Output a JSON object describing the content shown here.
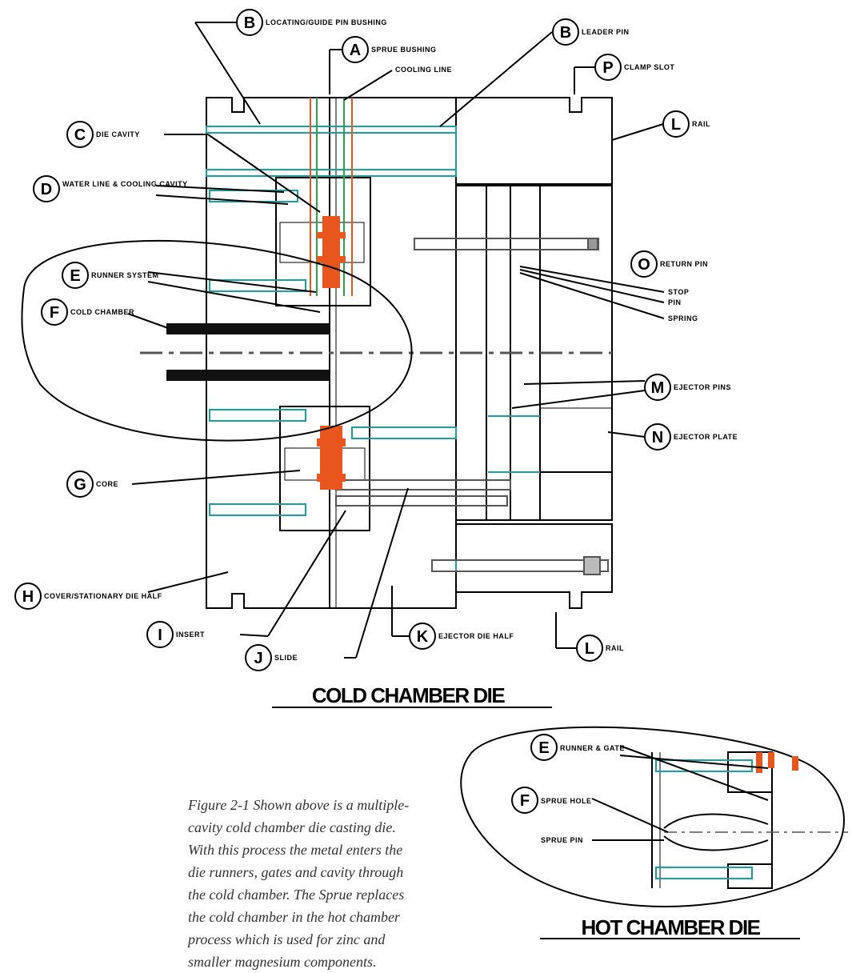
{
  "labels": {
    "A": {
      "letter": "A",
      "text": "SPRUE BUSHING"
    },
    "B1": {
      "letter": "B",
      "text": "LOCATING/GUIDE PIN BUSHING"
    },
    "B2": {
      "letter": "B",
      "text": "LEADER PIN"
    },
    "C": {
      "letter": "C",
      "text": "DIE CAVITY"
    },
    "D": {
      "letter": "D",
      "text": "WATER LINE & COOLING CAVITY"
    },
    "E": {
      "letter": "E",
      "text": "RUNNER SYSTEM"
    },
    "F": {
      "letter": "F",
      "text": "COLD CHAMBER"
    },
    "G": {
      "letter": "G",
      "text": "CORE"
    },
    "H": {
      "letter": "H",
      "text": "COVER/STATIONARY DIE HALF"
    },
    "I": {
      "letter": "I",
      "text": "INSERT"
    },
    "J": {
      "letter": "J",
      "text": "SLIDE"
    },
    "K": {
      "letter": "K",
      "text": "EJECTOR DIE HALF"
    },
    "L1": {
      "letter": "L",
      "text": "RAIL"
    },
    "L2": {
      "letter": "L",
      "text": "RAIL"
    },
    "M": {
      "letter": "M",
      "text": "EJECTOR PINS"
    },
    "N": {
      "letter": "N",
      "text": "EJECTOR PLATE"
    },
    "O": {
      "letter": "O",
      "text": "RETURN PIN"
    },
    "P": {
      "letter": "P",
      "text": "CLAMP SLOT"
    },
    "O_sub1": "STOP",
    "O_sub2": "PIN",
    "O_sub3": "SPRING",
    "A_sub": "COOLING LINE"
  },
  "cold_title": "COLD CHAMBER DIE",
  "hot": {
    "title": "HOT CHAMBER DIE",
    "E": {
      "letter": "E",
      "text": "RUNNER & GATE"
    },
    "F": {
      "letter": "F",
      "text": "SPRUE HOLE"
    },
    "F_sub": "SPRUE PIN"
  },
  "caption": "Figure 2-1 Shown above is a multiple-cavity cold chamber die casting die. With this process the metal enters the die runners, gates and cavity through the cold chamber. The Sprue replaces the cold chamber in the hot chamber process which is used for zinc and smaller magnesium components.",
  "colors": {
    "line": "#000000",
    "teal": "#17a2a2",
    "orange": "#e8561e",
    "green": "#27a844"
  }
}
